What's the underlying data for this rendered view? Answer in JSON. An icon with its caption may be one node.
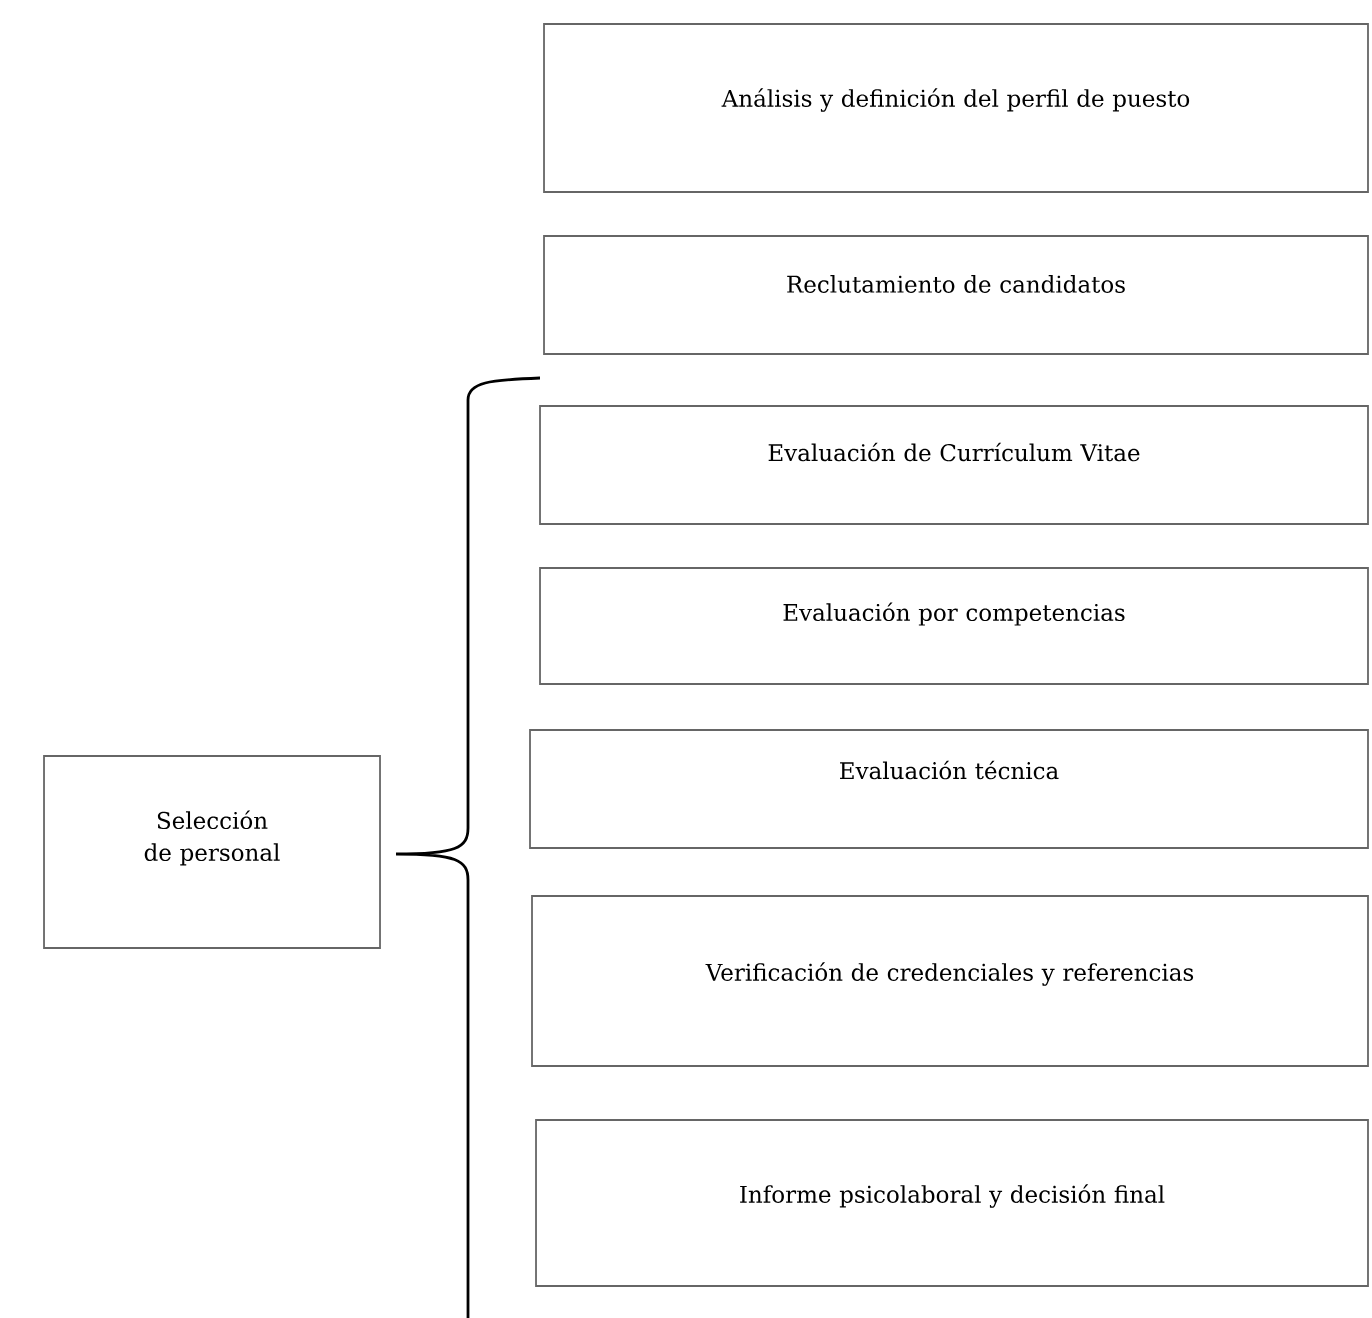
{
  "diagram": {
    "nodes": [
      {
        "text": [
          "Análisis y definición del perfil de puesto"
        ]
      },
      {
        "text": [
          "Reclutamiento de candidatos"
        ]
      },
      {
        "text": [
          "Evaluación de Currículum Vitae"
        ]
      },
      {
        "text": [
          "Evaluación por competencias"
        ]
      },
      {
        "text": [
          "Evaluación técnica"
        ]
      },
      {
        "text": [
          "Verificación de credenciales y referencias"
        ]
      },
      {
        "text": [
          "Informe psicolaboral y decisión final"
        ]
      },
      {
        "text": [
          "Selección de personal"
        ]
      }
    ]
  }
}
